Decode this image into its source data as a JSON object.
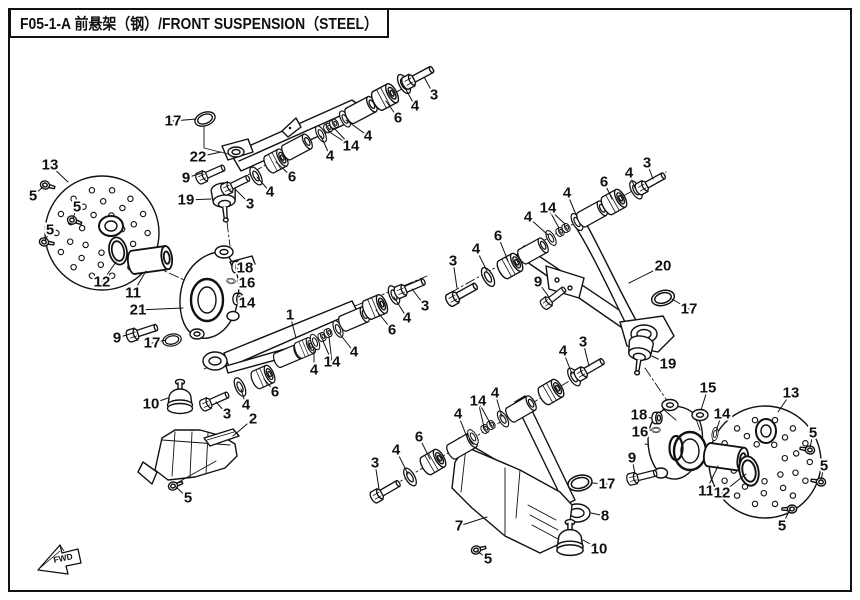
{
  "title": "F05-1-A 前悬架（钢）/FRONT SUSPENSION（STEEL）",
  "direction_marker": "FWD",
  "colors": {
    "line": "#111111",
    "background": "#ffffff"
  },
  "diagram": {
    "type": "exploded-parts-diagram",
    "subject": "Front suspension (steel): A-arms, steering knuckles, brake discs, bushings and fasteners",
    "part_numbers_visible": [
      "1",
      "2",
      "3",
      "4",
      "5",
      "6",
      "7",
      "8",
      "9",
      "10",
      "11",
      "12",
      "13",
      "14",
      "15",
      "16",
      "17",
      "18",
      "19",
      "20",
      "21",
      "22"
    ],
    "callouts": [
      [
        "17",
        173,
        121,
        196,
        119
      ],
      [
        "22",
        198,
        157,
        221,
        152
      ],
      [
        "9",
        186,
        178,
        202,
        173
      ],
      [
        "19",
        186,
        200,
        211,
        199
      ],
      [
        "3",
        250,
        204,
        236,
        190
      ],
      [
        "4",
        270,
        192,
        257,
        177
      ],
      [
        "6",
        292,
        177,
        276,
        162
      ],
      [
        "4",
        330,
        156,
        321,
        136
      ],
      [
        "14",
        351,
        146,
        334,
        128,
        328,
        131
      ],
      [
        "4",
        368,
        136,
        346,
        120
      ],
      [
        "6",
        398,
        118,
        386,
        101
      ],
      [
        "4",
        415,
        106,
        404,
        86
      ],
      [
        "3",
        434,
        95,
        424,
        77
      ],
      [
        "13",
        50,
        165,
        68,
        182
      ],
      [
        "5",
        33,
        196,
        44,
        186
      ],
      [
        "5",
        77,
        207,
        73,
        218
      ],
      [
        "5",
        50,
        230,
        45,
        241
      ],
      [
        "12",
        102,
        282,
        116,
        262
      ],
      [
        "11",
        133,
        293,
        146,
        271
      ],
      [
        "21",
        138,
        310,
        183,
        308
      ],
      [
        "18",
        245,
        268,
        243,
        267
      ],
      [
        "16",
        247,
        283,
        237,
        281
      ],
      [
        "14",
        247,
        303,
        244,
        299
      ],
      [
        "9",
        117,
        338,
        133,
        333
      ],
      [
        "17",
        152,
        343,
        166,
        340
      ],
      [
        "1",
        290,
        315,
        296,
        338
      ],
      [
        "4",
        314,
        370,
        314,
        348
      ],
      [
        "14",
        332,
        362,
        323,
        341,
        329,
        337
      ],
      [
        "4",
        354,
        352,
        339,
        333
      ],
      [
        "6",
        392,
        330,
        376,
        310
      ],
      [
        "4",
        407,
        318,
        394,
        297
      ],
      [
        "3",
        425,
        306,
        412,
        289
      ],
      [
        "6",
        275,
        392,
        264,
        379
      ],
      [
        "4",
        246,
        405,
        241,
        389
      ],
      [
        "3",
        227,
        414,
        216,
        402
      ],
      [
        "10",
        151,
        404,
        168,
        398
      ],
      [
        "2",
        253,
        419,
        233,
        436
      ],
      [
        "5",
        188,
        498,
        176,
        487
      ],
      [
        "3",
        453,
        261,
        457,
        288
      ],
      [
        "4",
        476,
        249,
        487,
        271
      ],
      [
        "6",
        498,
        236,
        508,
        261
      ],
      [
        "4",
        528,
        217,
        548,
        235
      ],
      [
        "14",
        548,
        208,
        559,
        228,
        565,
        224
      ],
      [
        "4",
        567,
        193,
        577,
        217
      ],
      [
        "6",
        604,
        182,
        612,
        199
      ],
      [
        "4",
        629,
        173,
        635,
        188
      ],
      [
        "3",
        647,
        163,
        653,
        179
      ],
      [
        "9",
        538,
        282,
        549,
        297
      ],
      [
        "20",
        663,
        266,
        629,
        283
      ],
      [
        "17",
        689,
        309,
        672,
        299
      ],
      [
        "19",
        668,
        364,
        652,
        356
      ],
      [
        "15",
        708,
        388,
        701,
        410
      ],
      [
        "13",
        791,
        393,
        778,
        412
      ],
      [
        "18",
        639,
        415,
        651,
        418
      ],
      [
        "16",
        640,
        432,
        651,
        430
      ],
      [
        "14",
        722,
        414,
        716,
        431
      ],
      [
        "5",
        813,
        433,
        810,
        448
      ],
      [
        "5",
        824,
        466,
        821,
        480
      ],
      [
        "5",
        782,
        526,
        791,
        507
      ],
      [
        "9",
        632,
        458,
        635,
        474
      ],
      [
        "11",
        706,
        491,
        718,
        466
      ],
      [
        "12",
        722,
        493,
        746,
        474
      ],
      [
        "3",
        375,
        463,
        379,
        489
      ],
      [
        "4",
        396,
        450,
        408,
        474
      ],
      [
        "6",
        419,
        437,
        430,
        459
      ],
      [
        "4",
        458,
        414,
        468,
        440
      ],
      [
        "14",
        478,
        401,
        484,
        427,
        490,
        423
      ],
      [
        "4",
        495,
        393,
        502,
        417
      ],
      [
        "4",
        563,
        351,
        572,
        374
      ],
      [
        "3",
        583,
        342,
        589,
        366
      ],
      [
        "7",
        459,
        526,
        487,
        517
      ],
      [
        "5",
        488,
        559,
        477,
        551
      ],
      [
        "17",
        607,
        484,
        592,
        483
      ],
      [
        "8",
        605,
        516,
        591,
        513
      ],
      [
        "10",
        599,
        549,
        583,
        540
      ]
    ]
  }
}
